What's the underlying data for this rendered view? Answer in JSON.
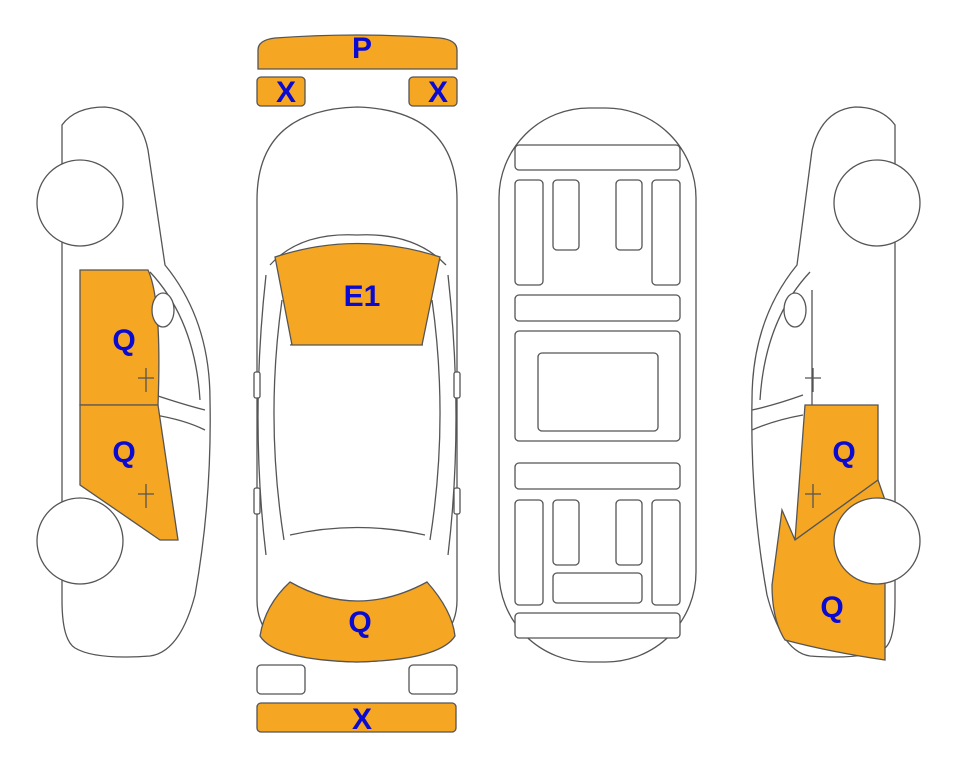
{
  "colors": {
    "damage_fill": "#F5A623",
    "code_text": "#0a0ad0",
    "outline": "#555555"
  },
  "front_bumper": "P",
  "front_left_light": "X",
  "front_right_light": "X",
  "hood": "E1",
  "trunk": "Q",
  "rear_bumper": "X",
  "left_front_door": "Q",
  "left_rear_door": "Q",
  "right_rear_door": "Q",
  "right_rear_quarter": "Q"
}
